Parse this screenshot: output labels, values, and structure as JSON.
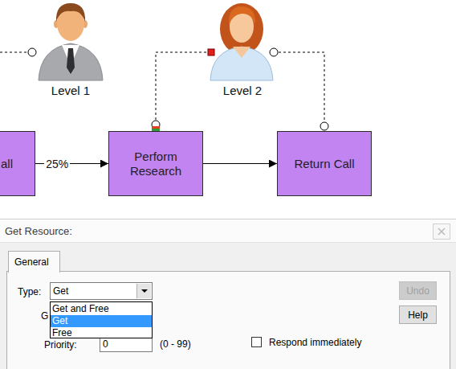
{
  "diagram": {
    "nodes": [
      {
        "text": [
          "Level 1"
        ]
      },
      {
        "text": [
          "Level 2"
        ]
      },
      {
        "text": [
          "all"
        ]
      },
      {
        "text": [
          "Perform Research"
        ]
      },
      {
        "text": [
          "Return Call"
        ]
      }
    ],
    "edges": [
      {
        "from": 2,
        "to": 3,
        "arrow": "to",
        "label": "25%"
      },
      {
        "from": 3,
        "to": 4,
        "arrow": "to"
      },
      {
        "from": 1,
        "to": 3,
        "arrow": "none"
      },
      {
        "from": 1,
        "to": 4,
        "arrow": "none"
      }
    ],
    "labels": [
      "Get Resource:",
      "General",
      "Type:",
      "Get",
      "Get and Free",
      "Get",
      "Free",
      "G",
      "Priority:",
      "0",
      "(0 - 99)",
      "Respond immediately",
      "Undo",
      "Help"
    ]
  }
}
